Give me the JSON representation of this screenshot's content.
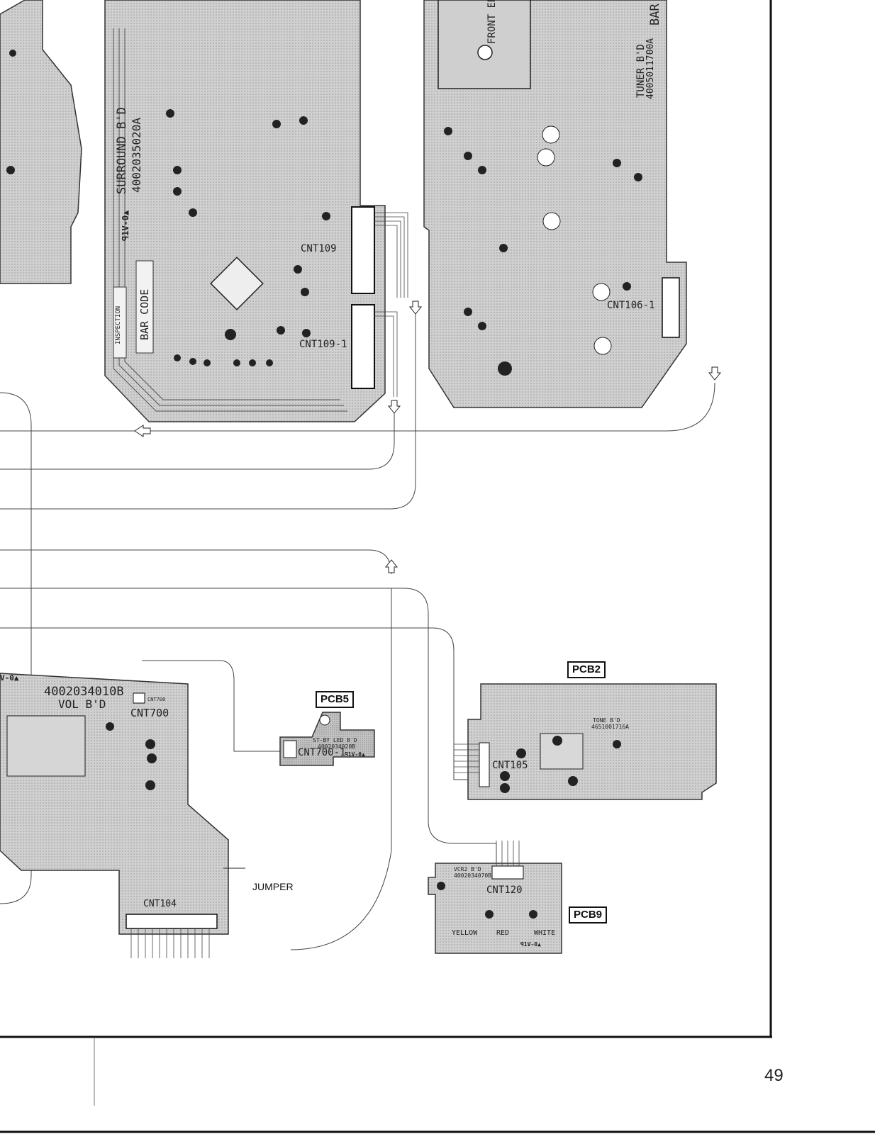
{
  "page": {
    "number": "49"
  },
  "boards": {
    "surround": {
      "name": "SURROUND B'D",
      "part": "4002035020A",
      "mark": "ꟼ1V-0▲",
      "bar_code": "BAR CODE",
      "inspection": "INSPECTION"
    },
    "tuner": {
      "name": "TUNER B'D",
      "part": "4005011700A",
      "front_end": "FRONT END",
      "bar": "BAR"
    },
    "vol": {
      "part": "4002034010B",
      "name": "VOL B'D",
      "connector": "CNT700",
      "mark": "V-0▲"
    },
    "led": {
      "tag": "PCB5",
      "name": "ST-BY LED B'D",
      "part": "4002034020B",
      "connector": "CNT700-1",
      "mark": "ꟼ1V-0▲"
    },
    "tone": {
      "tag": "PCB2",
      "name": "TONE B'D",
      "part": "4651001716A",
      "connector": "CNT105"
    },
    "vcr2": {
      "tag": "PCB9",
      "name": "VCR2 B'D",
      "part": "4002034070B",
      "connector": "CNT120",
      "yellow": "YELLOW",
      "red": "RED",
      "white": "WHITE",
      "mark": "ꟼ1V-0▲"
    }
  },
  "connectors": {
    "cnt109": "CNT109",
    "cnt109_1": "CNT109-1",
    "cnt106_1": "CNT106-1",
    "cnt104": "CNT104"
  },
  "labels": {
    "jumper": "JUMPER",
    "cnt700_top": "CNT700"
  }
}
